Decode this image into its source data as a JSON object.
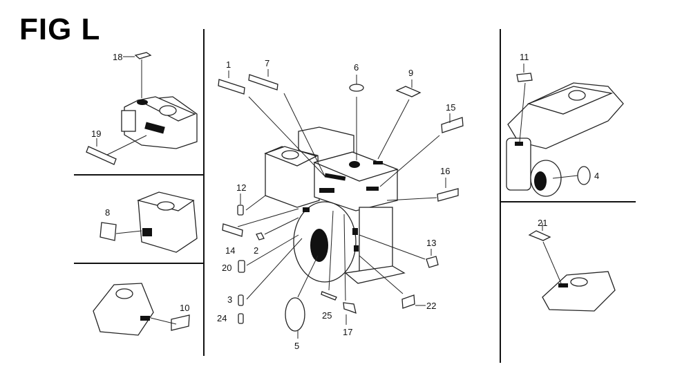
{
  "title": "FIG L",
  "callouts": [
    "1",
    "2",
    "3",
    "4",
    "5",
    "6",
    "7",
    "8",
    "9",
    "10",
    "11",
    "12",
    "13",
    "14",
    "15",
    "16",
    "17",
    "18",
    "19",
    "20",
    "21",
    "22",
    "24",
    "25"
  ]
}
